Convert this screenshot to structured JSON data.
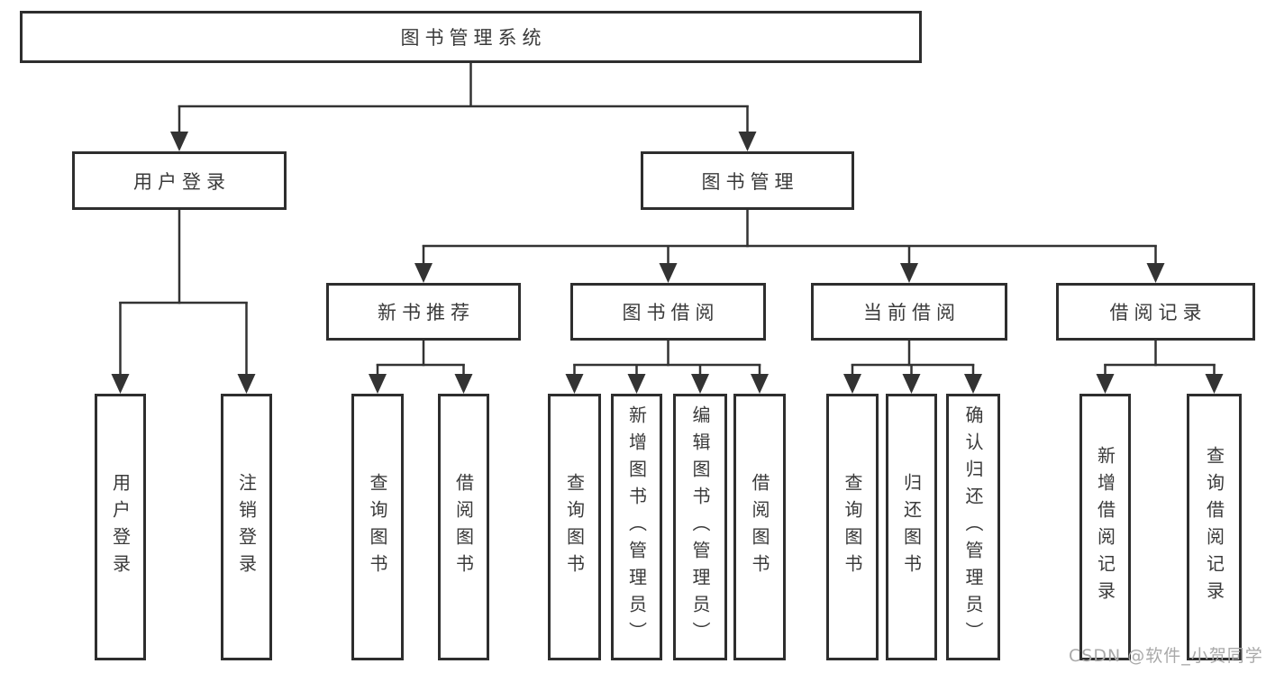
{
  "tree": {
    "label": "图书管理系统",
    "children": [
      {
        "label": "用户登录",
        "children": [
          {
            "label": "用户登录"
          },
          {
            "label": "注销登录"
          }
        ]
      },
      {
        "label": "图书管理",
        "children": [
          {
            "label": "新书推荐",
            "children": [
              {
                "label": "查询图书"
              },
              {
                "label": "借阅图书"
              }
            ]
          },
          {
            "label": "图书借阅",
            "children": [
              {
                "label": "查询图书"
              },
              {
                "label": "新增图书（管理员）"
              },
              {
                "label": "编辑图书（管理员）"
              },
              {
                "label": "借阅图书"
              }
            ]
          },
          {
            "label": "当前借阅",
            "children": [
              {
                "label": "查询图书"
              },
              {
                "label": "归还图书"
              },
              {
                "label": "确认归还（管理员）"
              }
            ]
          },
          {
            "label": "借阅记录",
            "children": [
              {
                "label": "新增借阅记录"
              },
              {
                "label": "查询借阅记录"
              }
            ]
          }
        ]
      }
    ]
  },
  "watermark": {
    "text": "CSDN @软件_小贺同学",
    "color": "#a9a9a9"
  },
  "colors": {
    "line": "#333333",
    "box_border": "#2e2e2e",
    "box_fill": "#ffffff",
    "text": "#3a3a3a",
    "background": "#ffffff"
  }
}
